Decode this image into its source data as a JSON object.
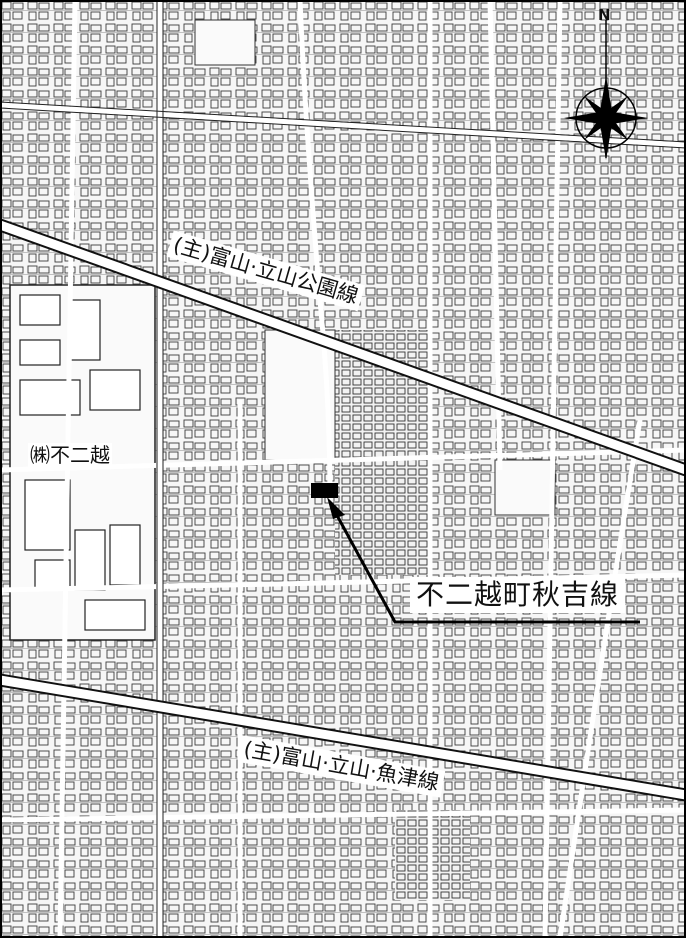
{
  "map": {
    "roads": {
      "north_main_road": "(主)富山·立山公園線",
      "south_main_road": "(主)富山·立山·魚津線"
    },
    "places": {
      "company": "㈱不二越"
    },
    "target": {
      "label": "不二越町秋吉線"
    },
    "compass": {
      "north_letter": "N",
      "icon": "compass-rose-icon"
    },
    "colors": {
      "ink": "#111111",
      "road": "#ffffff",
      "paper": "#f4f4f4",
      "target_marker": "#000000"
    }
  }
}
